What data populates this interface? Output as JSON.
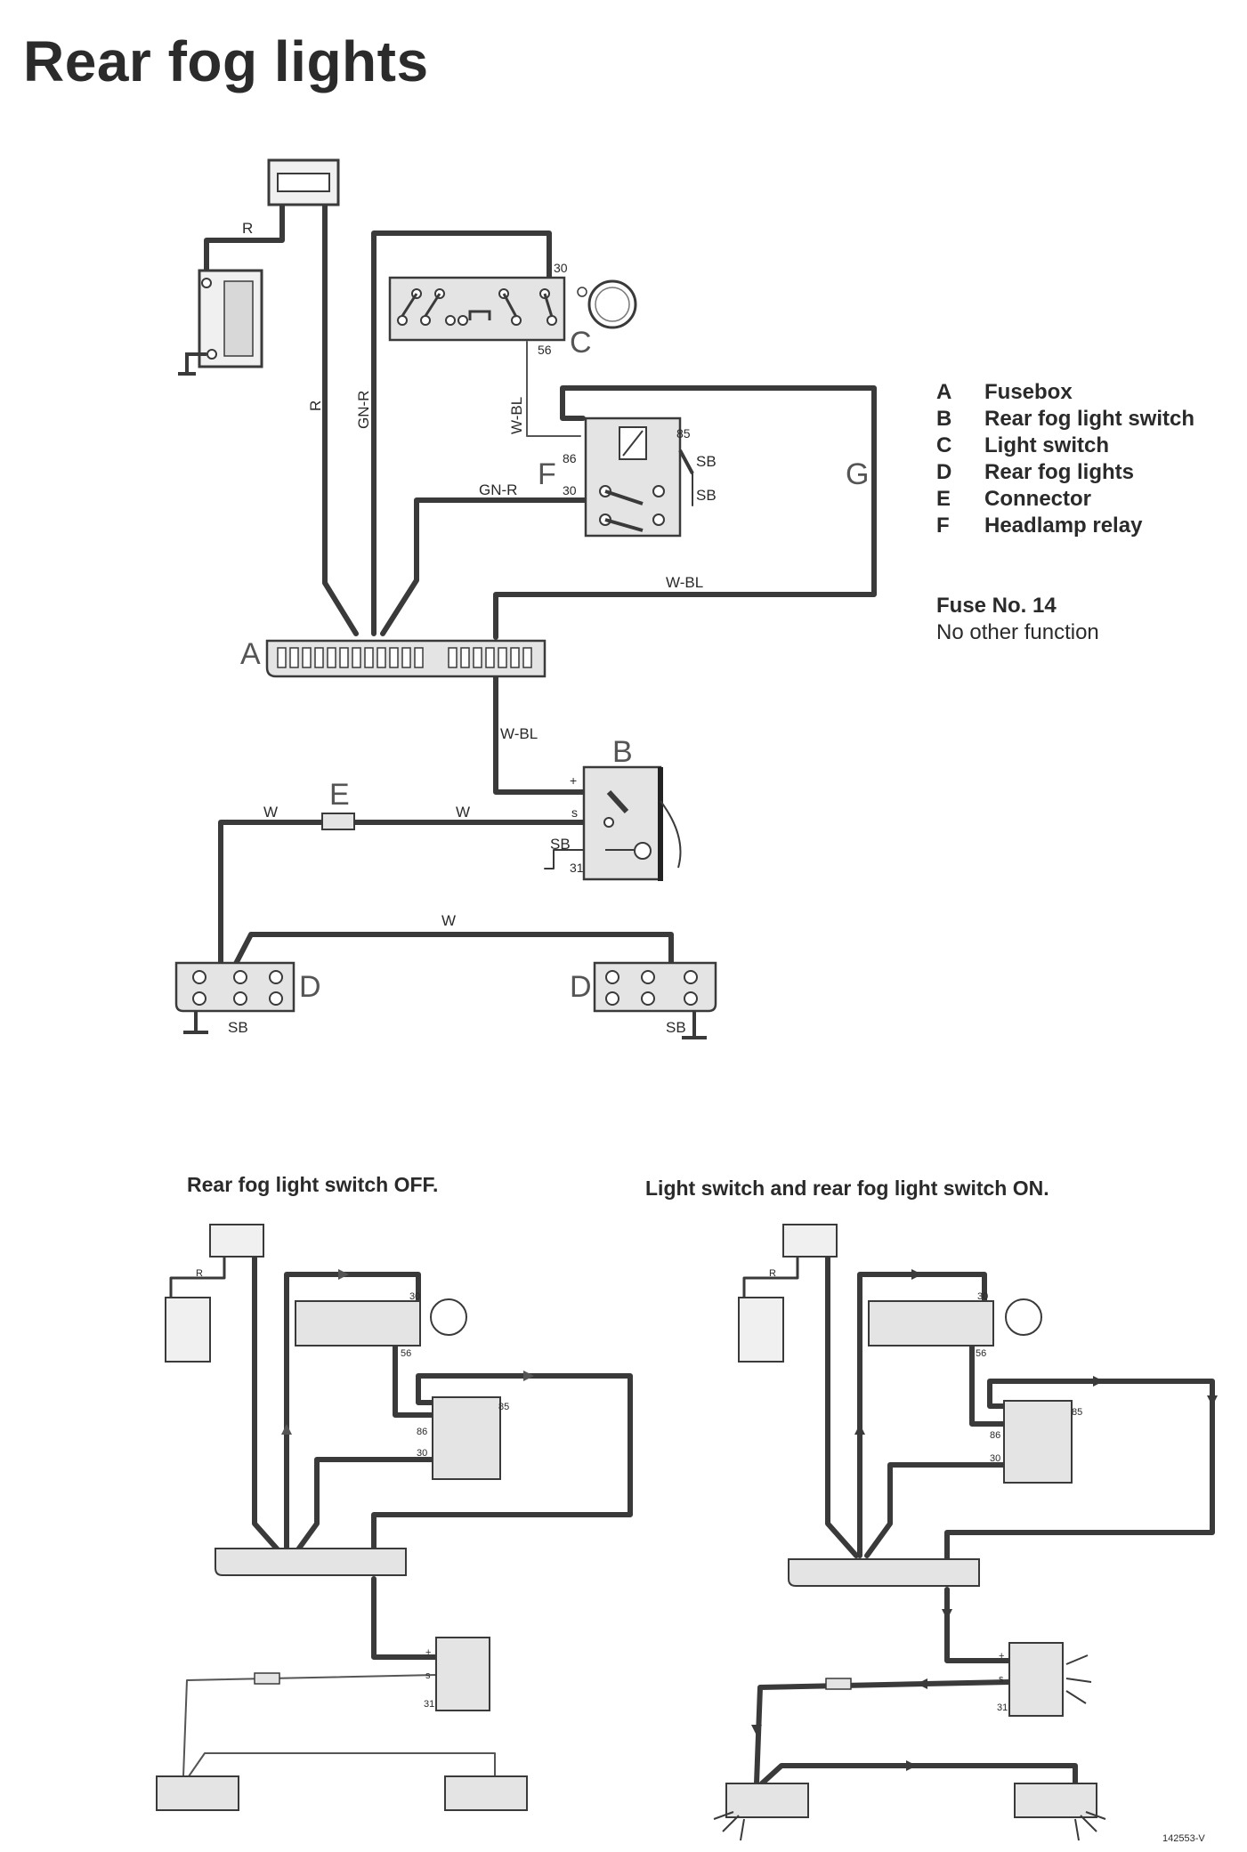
{
  "title": "Rear fog lights",
  "legend": [
    {
      "letter": "A",
      "label": "Fusebox"
    },
    {
      "letter": "B",
      "label": "Rear fog light switch"
    },
    {
      "letter": "C",
      "label": "Light switch"
    },
    {
      "letter": "D",
      "label": "Rear fog lights"
    },
    {
      "letter": "E",
      "label": "Connector"
    },
    {
      "letter": "F",
      "label": "Headlamp relay"
    }
  ],
  "fuse_note": {
    "title": "Fuse No. 14",
    "text": "No other function"
  },
  "component_letters": {
    "A": "A",
    "B": "B",
    "C": "C",
    "D": "D",
    "E": "E",
    "F": "F",
    "G": "G"
  },
  "wire_labels": {
    "R": "R",
    "GN_R": "GN-R",
    "W_BL": "W-BL",
    "W": "W",
    "SB": "SB"
  },
  "pin_labels": {
    "p30": "30",
    "p56": "56",
    "p85": "85",
    "p86": "86",
    "p31": "31",
    "plus": "+",
    "s": "s"
  },
  "captions": {
    "off": "Rear fog light switch OFF.",
    "on": "Light switch and rear fog light switch ON."
  },
  "reference": "142553-V",
  "colors": {
    "wire": "#3a3a3a",
    "component_fill": "#e4e4e4",
    "text": "#2a2a2a"
  }
}
